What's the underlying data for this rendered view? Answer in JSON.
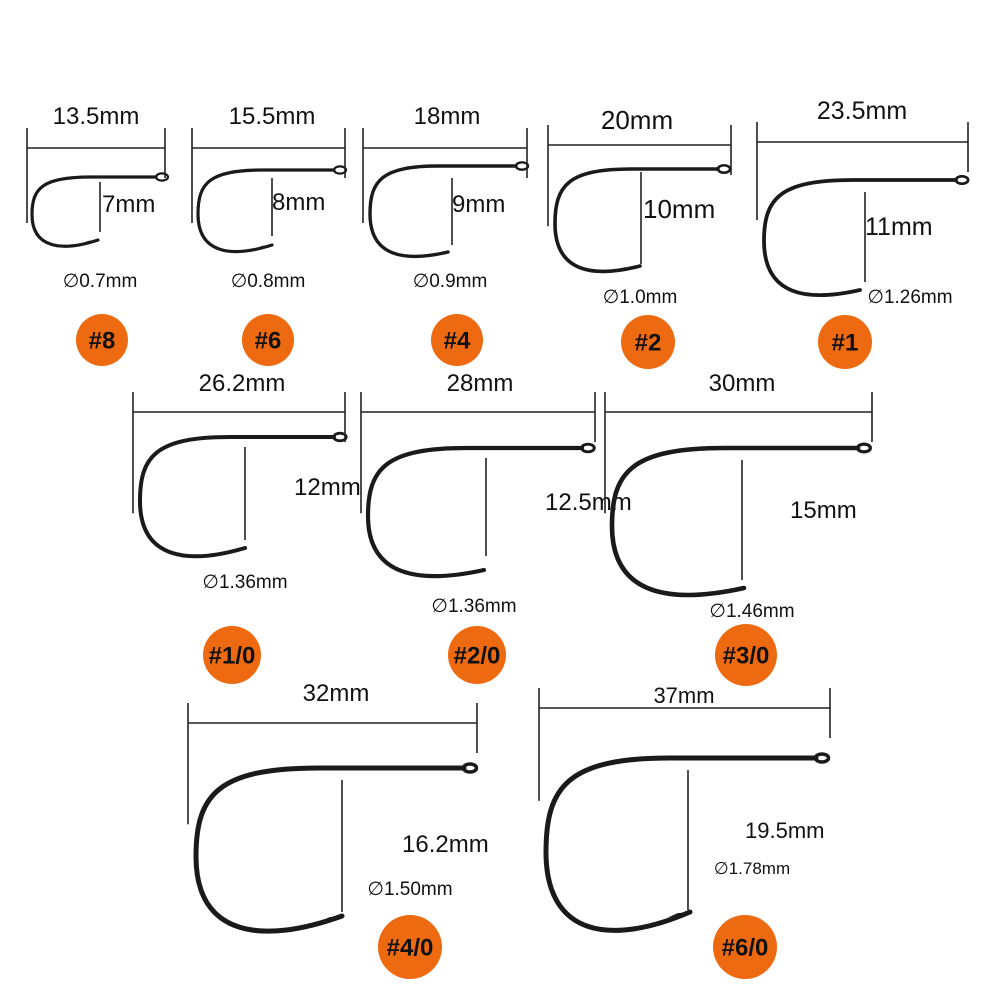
{
  "colors": {
    "badge": "#ee6a10",
    "hook": "#1a1a1a",
    "line": "#222222",
    "text": "#111111"
  },
  "hooks": [
    {
      "size": "#8",
      "width": "13.5mm",
      "height": "7mm",
      "wire": "∅0.7mm"
    },
    {
      "size": "#6",
      "width": "15.5mm",
      "height": "8mm",
      "wire": "∅0.8mm"
    },
    {
      "size": "#4",
      "width": "18mm",
      "height": "9mm",
      "wire": "∅0.9mm"
    },
    {
      "size": "#2",
      "width": "20mm",
      "height": "10mm",
      "wire": "∅1.0mm"
    },
    {
      "size": "#1",
      "width": "23.5mm",
      "height": "11mm",
      "wire": "∅1.26mm"
    },
    {
      "size": "#1/0",
      "width": "26.2mm",
      "height": "12mm",
      "wire": "∅1.36mm"
    },
    {
      "size": "#2/0",
      "width": "28mm",
      "height": "12.5mm",
      "wire": "∅1.36mm"
    },
    {
      "size": "#3/0",
      "width": "30mm",
      "height": "15mm",
      "wire": "∅1.46mm"
    },
    {
      "size": "#4/0",
      "width": "32mm",
      "height": "16.2mm",
      "wire": "∅1.50mm"
    },
    {
      "size": "#6/0",
      "width": "37mm",
      "height": "19.5mm",
      "wire": "∅1.78mm"
    }
  ]
}
